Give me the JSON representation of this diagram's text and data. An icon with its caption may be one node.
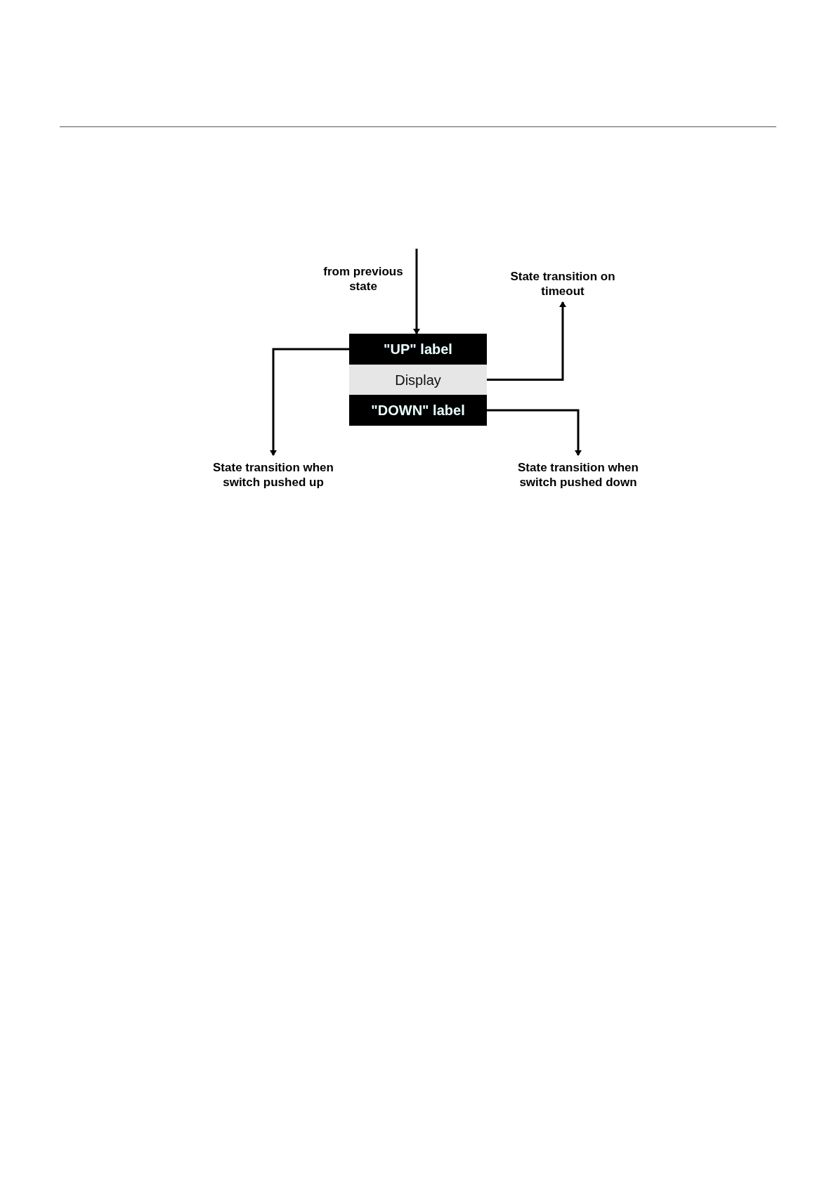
{
  "diagram": {
    "nodes": [
      {
        "text": [
          "\"UP\" label"
        ]
      },
      {
        "text": [
          "Display"
        ]
      },
      {
        "text": [
          "\"DOWN\" label"
        ]
      },
      {
        "text": [
          "State transition on timeout"
        ]
      },
      {
        "text": [
          "State transition when switch pushed up"
        ]
      },
      {
        "text": [
          "State transition when switch pushed down"
        ]
      }
    ],
    "edges": [
      {
        "from": null,
        "to": 0,
        "arrow": "to"
      },
      {
        "from": 0,
        "to": 4,
        "arrow": "to"
      },
      {
        "from": 1,
        "to": 3,
        "arrow": "to"
      },
      {
        "from": 2,
        "to": 5,
        "arrow": "to"
      }
    ],
    "labels": [
      "from previous state"
    ]
  }
}
